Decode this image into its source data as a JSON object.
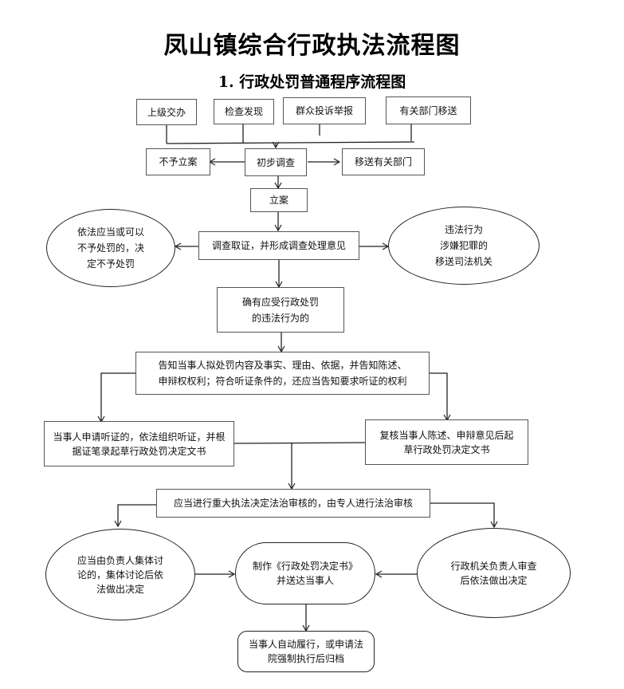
{
  "header": {
    "title": "凤山镇综合行政执法流程图",
    "subtitle": "1. 行政处罚普通程序流程图"
  },
  "nodes": {
    "source_superior": "上级交办",
    "source_inspection": "检查发现",
    "source_complaint": "群众投诉举报",
    "source_transfer": "有关部门移送",
    "no_filing": "不予立案",
    "preliminary": "初步调查",
    "transfer_dept": "移送有关部门",
    "filing": "立案",
    "investigate": "调查取证，并形成调查处理意见",
    "no_penalty": "依法应当或可以\n不予处罚的，决\n定不予处罚",
    "criminal": "违法行为\n涉嫌犯罪的\n移送司法机关",
    "confirmed": "确有应受行政处罚\n的违法行为的",
    "notify": "告知当事人拟处罚内容及事实、理由、依据，并告知陈述、\n申辩权权利；符合听证条件的，还应当告知要求听证的权利",
    "hearing": "当事人申请听证的，依法组织听证，并根\n据证笔录起草行政处罚决定文书",
    "review": "复核当事人陈述、申辩意见后起\n草行政处罚决定文书",
    "legal_review": "应当进行重大执法决定法治审核的，由专人进行法治审核",
    "collective": "应当由负责人集体讨\n论的，集体讨论后依\n法做出决定",
    "issue": "制作《行政处罚决定书》\n并送达当事人",
    "head_review": "行政机关负责人审查\n后依法做出决定",
    "archive": "当事人自动履行，或申请法\n院强制执行后归档"
  },
  "style": {
    "line_color": "#222222",
    "border_color": "#555555"
  }
}
